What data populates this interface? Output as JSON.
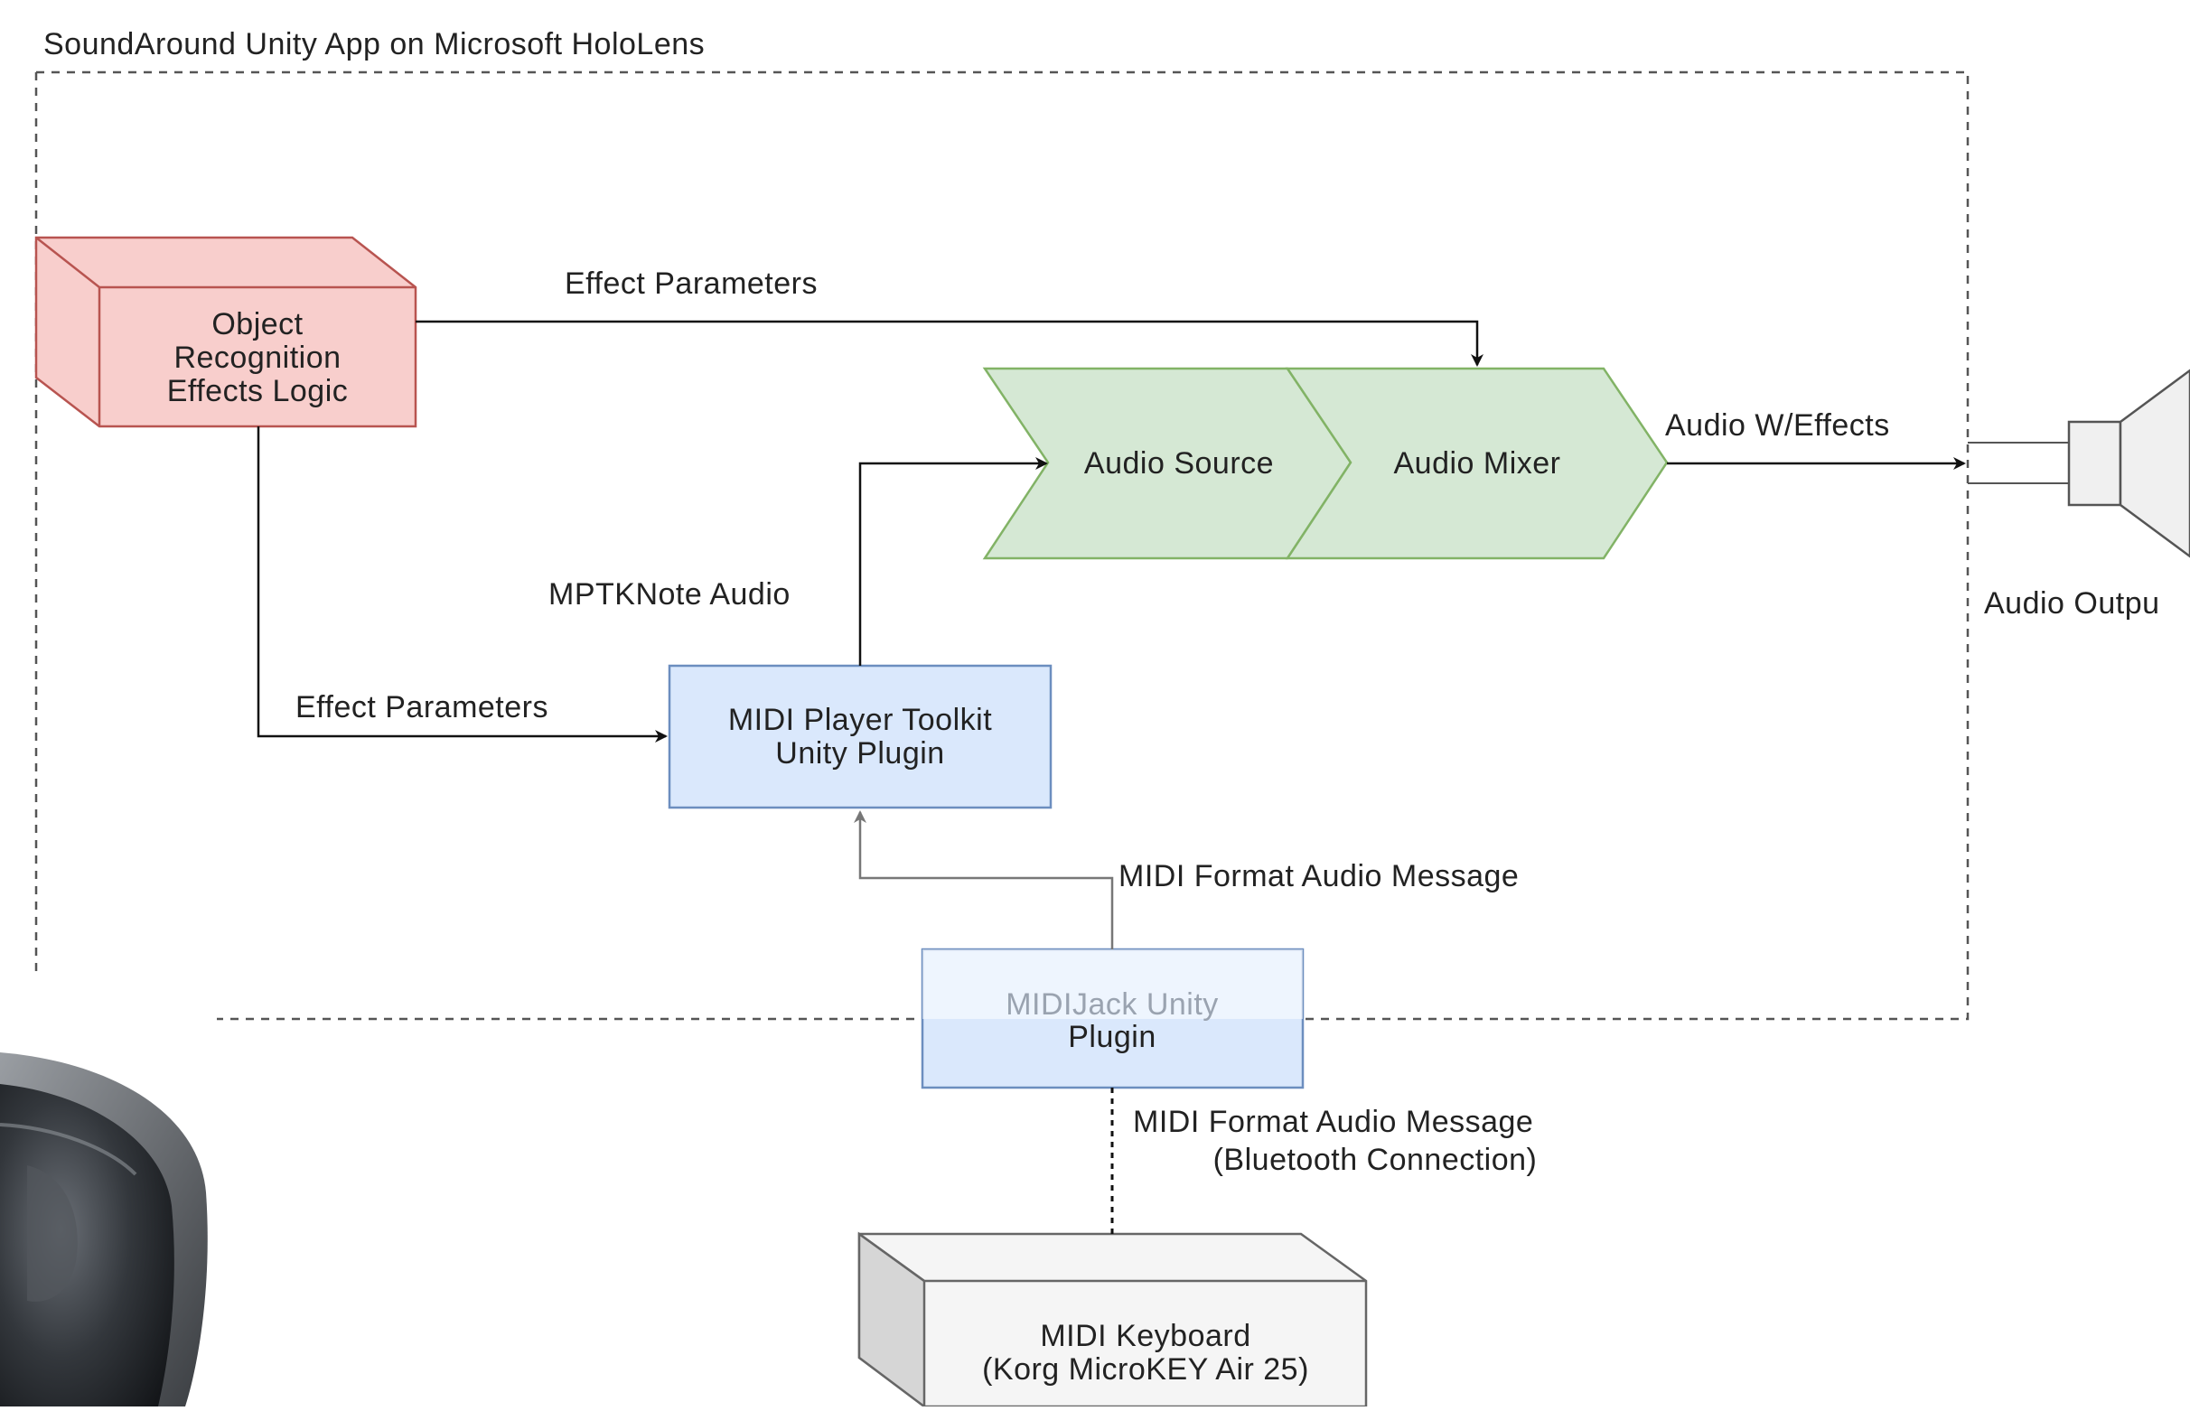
{
  "container": {
    "title": "SoundAround Unity App on Microsoft HoloLens"
  },
  "nodes": {
    "object_recognition": {
      "line1": "Object",
      "line2": "Recognition",
      "line3": "Effects Logic"
    },
    "audio_source": {
      "label": "Audio Source"
    },
    "audio_mixer": {
      "label": "Audio Mixer"
    },
    "midi_toolkit": {
      "line1": "MIDI Player Toolkit",
      "line2": "Unity Plugin"
    },
    "midijack": {
      "line1": "MIDIJack Unity",
      "line2": "Plugin"
    },
    "keyboard": {
      "line1": "MIDI Keyboard",
      "line2": "(Korg MicroKEY Air 25)"
    },
    "speaker": {
      "label": "Audio Outpu"
    }
  },
  "edges": {
    "effect_params_top": "Effect Parameters",
    "effect_params_left": "Effect Parameters",
    "mptk_note_audio": "MPTKNote Audio",
    "audio_with_effects": "Audio W/Effects",
    "midi_format_msg": "MIDI Format Audio Message",
    "midi_format_bt_line1": "MIDI Format Audio Message",
    "midi_format_bt_line2": "(Bluetooth Connection)"
  },
  "colors": {
    "red_fill": "#f8cecc",
    "red_stroke": "#b85450",
    "green_fill": "#d5e8d4",
    "green_stroke": "#82b366",
    "blue_fill": "#dae8fc",
    "blue_stroke": "#6c8ebf",
    "gray_fill": "#f5f5f5",
    "gray_stroke": "#666666"
  },
  "icons": {
    "hololens": "hololens-headset-icon",
    "speaker": "speaker-icon"
  }
}
